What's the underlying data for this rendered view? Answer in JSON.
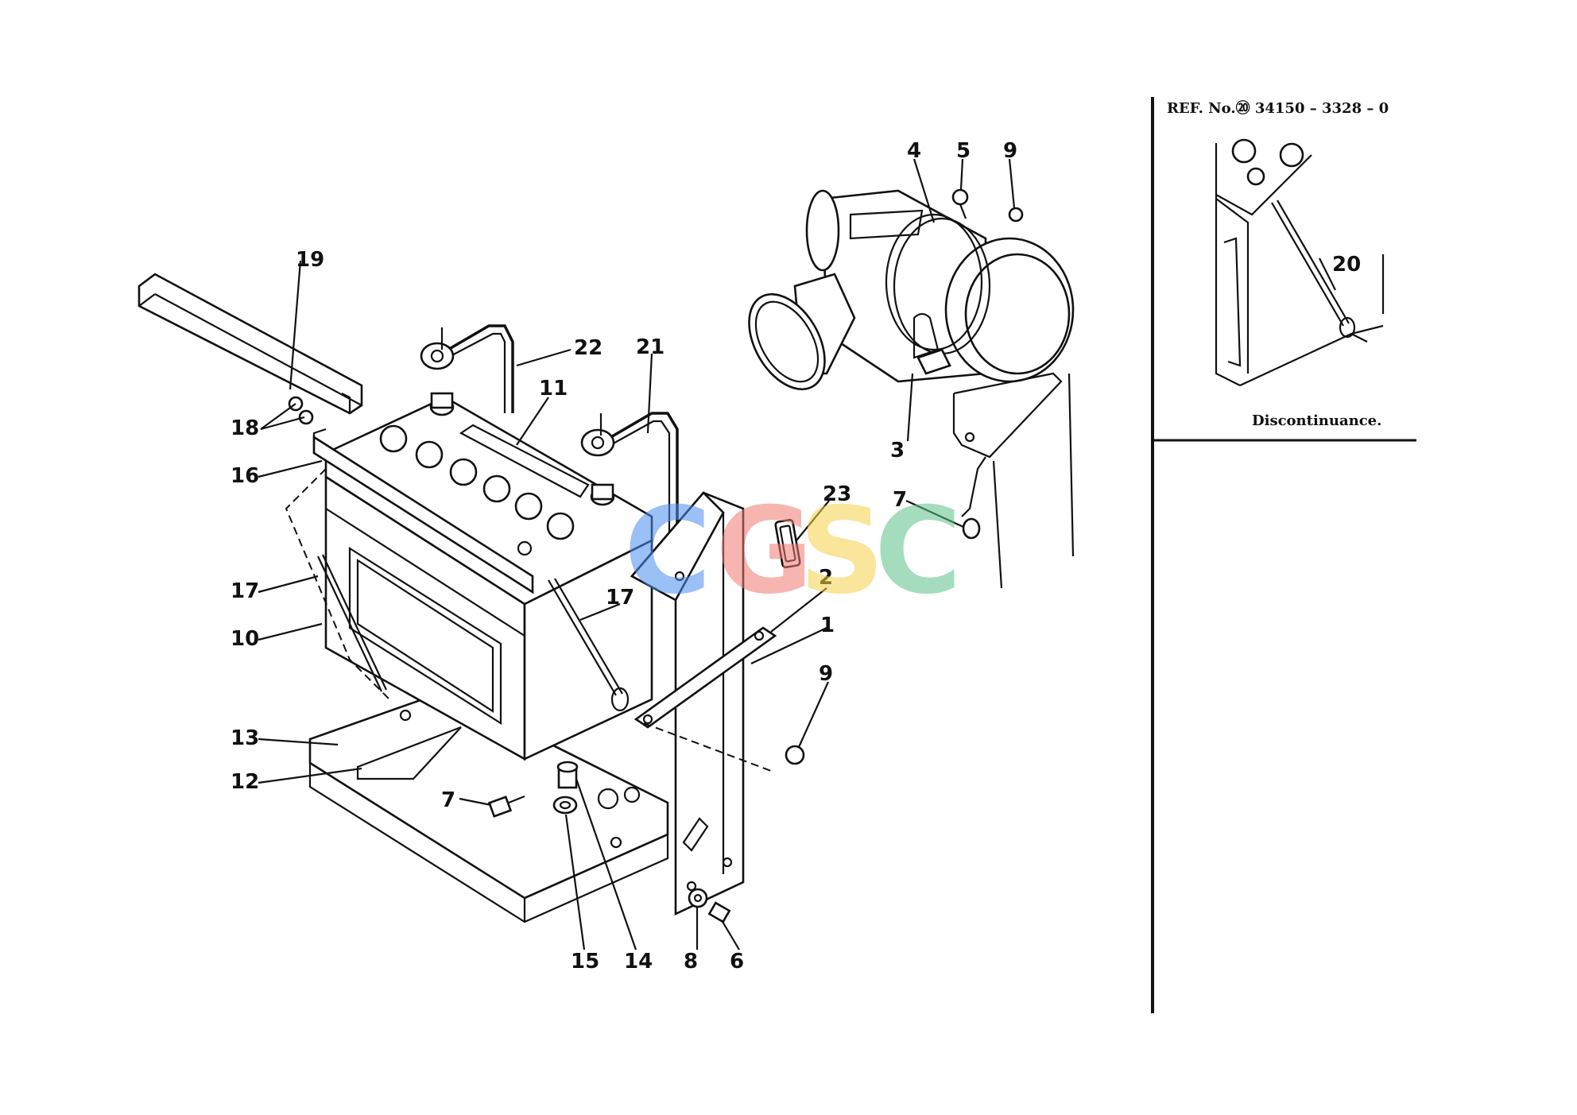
{
  "labels": {
    "l1": "1",
    "l2": "2",
    "l3": "3",
    "l4": "4",
    "l5": "5",
    "l6": "6",
    "l7a": "7",
    "l7b": "7",
    "l8": "8",
    "l9a": "9",
    "l9b": "9",
    "l10": "10",
    "l11": "11",
    "l12": "12",
    "l13": "13",
    "l14": "14",
    "l15": "15",
    "l16": "16",
    "l17a": "17",
    "l17b": "17",
    "l18": "18",
    "l19": "19",
    "l20": "20",
    "l21": "21",
    "l22": "22",
    "l23": "23"
  },
  "inset": {
    "ref": "REF. No.⑳ 34150 – 3328 – 0",
    "note": "Discontinuance."
  },
  "watermark": {
    "letters": [
      "C",
      "G",
      "S",
      "C"
    ],
    "colors": [
      "#4a8ef0",
      "#f07a72",
      "#f5d24a",
      "#5cc08a"
    ]
  }
}
